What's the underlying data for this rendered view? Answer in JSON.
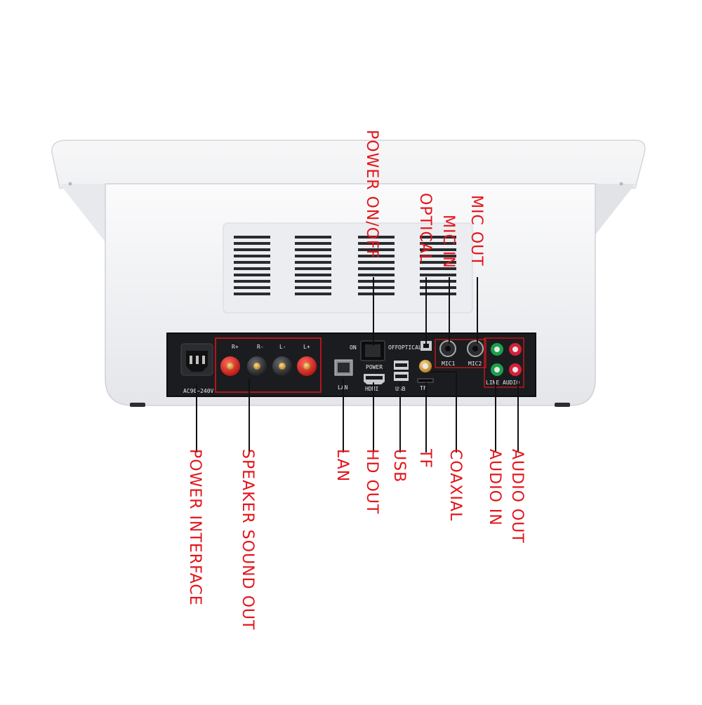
{
  "device": {
    "panel_labels": {
      "power_rating": "AC90~240V",
      "speaker_r_plus": "R+",
      "speaker_r_minus": "R-",
      "speaker_l_minus": "L-",
      "speaker_l_plus": "L+",
      "lan": "LAN",
      "switch_on": "ON",
      "switch_off": "OFF",
      "switch_title": "POWER",
      "hdmi": "HDMI",
      "usb": "USB",
      "optical": "OPTICAL",
      "tf": "TF",
      "mic1": "MIC1",
      "mic2": "MIC2",
      "line": "LINE",
      "audio": "AUDIO"
    }
  },
  "callouts": {
    "power_on_off": "POWER ON/OFF",
    "optical": "OPTICAL",
    "mic_in": "MIC IN",
    "mic_out": "MIC OUT",
    "power_interface": "POWER INTERFACE",
    "speaker_sound_out": "SPEAKER SOUND OUT",
    "lan": "LAN",
    "hd_out": "HD OUT",
    "usb": "USB",
    "tf": "TF",
    "coaxial": "COAXIAL",
    "audio_in": "AUDIO IN",
    "audio_out": "AUDIO OUT"
  },
  "colors": {
    "callout_red": "#e3151b",
    "panel_black": "#1b1c1f",
    "housing_white": "#f3f4f6"
  }
}
